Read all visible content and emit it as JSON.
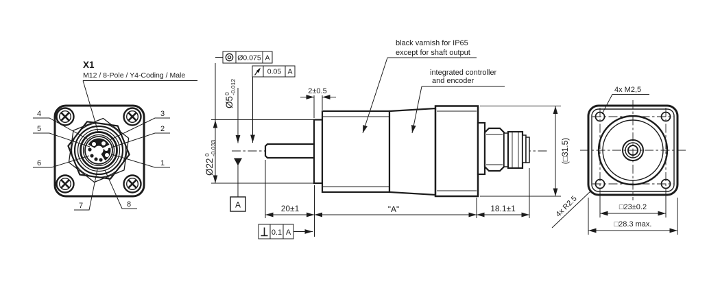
{
  "colors": {
    "line": "#1c1c1c",
    "background": "#ffffff"
  },
  "connector_view": {
    "label": "X1",
    "subtitle": "M12 / 8-Pole / Y4-Coding / Male",
    "pins": [
      "1",
      "2",
      "3",
      "4",
      "5",
      "6",
      "7",
      "8"
    ]
  },
  "side_view": {
    "note_varnish_line1": "black varnish for IP65",
    "note_varnish_line2": "except for shaft output",
    "note_controller_line1": "integrated controller",
    "note_controller_line2": "and encoder",
    "shaft_dia": "Ø5",
    "shaft_dia_tol_upper": "0",
    "shaft_dia_tol_lower": "-0.012",
    "boss_dia": "Ø22",
    "boss_dia_tol_upper": "0",
    "boss_dia_tol_lower": "-0.033",
    "dim_boss_protrusion": "2±0.5",
    "dim_shaft_length": "20±1",
    "dim_body_length": "\"A\"",
    "dim_rear_length": "18.1±1",
    "dim_housing_square": "(□31.5)",
    "fcf_concentricity_value": "Ø0.075",
    "fcf_concentricity_datum": "A",
    "fcf_runout_value": "0.05",
    "fcf_runout_datum": "A",
    "fcf_perpendicularity_value": "0.1",
    "fcf_perpendicularity_datum": "A",
    "datum_label": "A"
  },
  "end_view": {
    "thread_callout": "4x M2,5",
    "corner_radius_callout": "4x R2.5",
    "dim_hole_spacing": "□23±0.2",
    "dim_flange_square": "□28.3 max."
  }
}
